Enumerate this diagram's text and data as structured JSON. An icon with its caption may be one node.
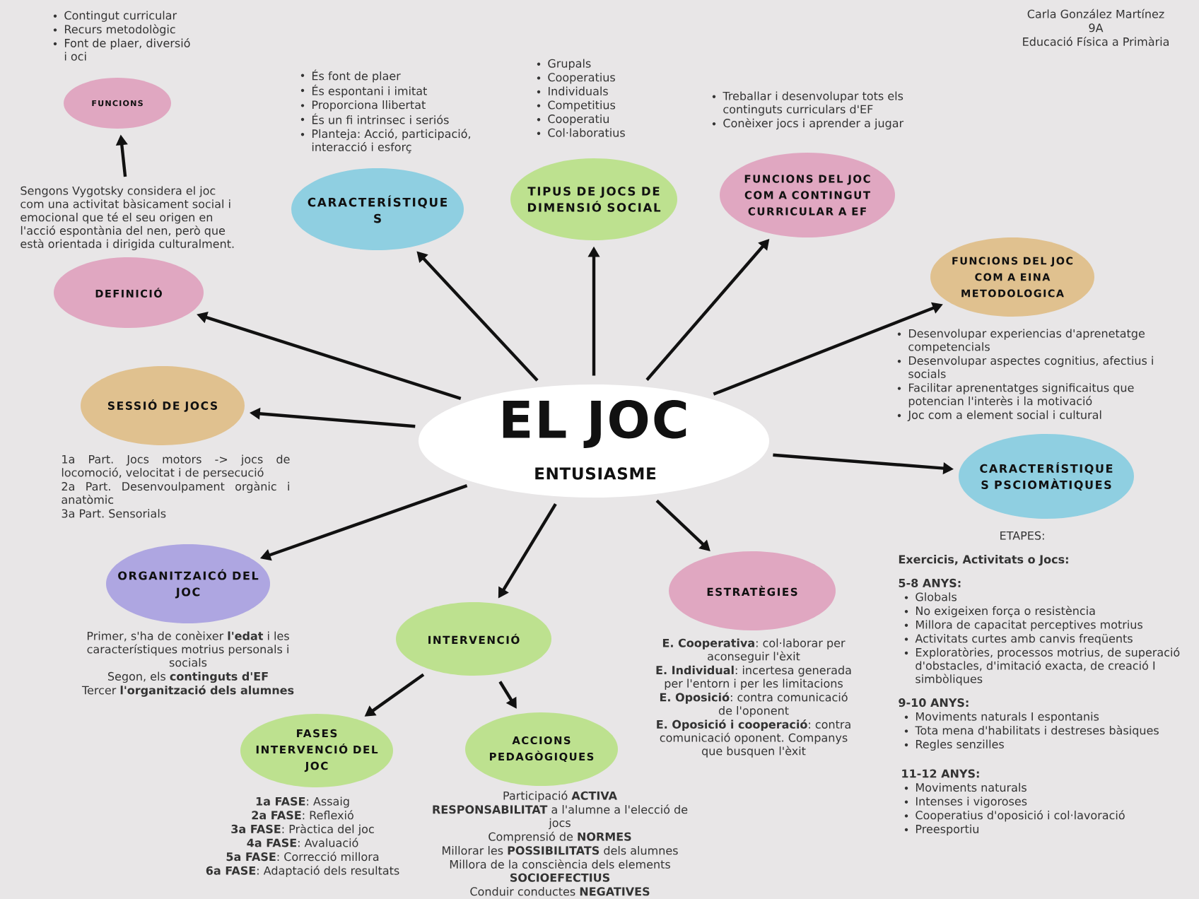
{
  "diagram": {
    "nodes": [
      {
        "text": [
          "FUNCIONS"
        ],
        "beside": [
          "Contingut curricular",
          "Recurs metodològic",
          "Font de plaer, diversió i oci"
        ]
      },
      {
        "text": [
          "Sengons Vygotsky considera el joc com una activitat bàsicament social i emocional que té el seu origen en l'acció espontània del nen, però que està orientada i dirigida culturalment."
        ]
      },
      {
        "text": [
          "DEFINICIÓ"
        ]
      },
      {
        "text": [
          "CARACTERÍSTIQUE S"
        ],
        "beside": [
          "És font de plaer",
          "És espontani i imitat",
          "Proporciona llibertat",
          "És un fi intrinsec i seriós",
          "Planteja: Acció, participació, interacció i esforç"
        ]
      },
      {
        "text": [
          "TIPUS DE JOCS DE DIMENSIÓ SOCIAL"
        ],
        "beside": [
          "Grupals",
          "Cooperatius",
          "Individuals",
          "Competitius",
          "Cooperatiu",
          "Col·laboratius"
        ]
      },
      {
        "text": [
          "FUNCIONS DEL JOC COM A CONTINGUT CURRICULAR A EF"
        ],
        "beside": [
          "Treballar i desenvolupar tots els continguts curriculars d'EF",
          "Conèixer jocs i aprender a jugar"
        ]
      },
      {
        "text": [
          "FUNCIONS DEL JOC COM A EINA METODOLOGICA"
        ],
        "beside": [
          "Desenvolupar experiencias d'aprenetatge competencials",
          "Desenvolupar aspectes cognitius, afectius i socials",
          "Facilitar aprenentatges significaitus que potencian l'interès i la motivació",
          "Joc com a element social i cultural"
        ]
      },
      {
        "text": [
          "SESSIÓ DE JOCS"
        ],
        "beside": [
          "1a Part. Jocs motors -> jocs de locomoció, velocitat i de persecució",
          "2a Part. Desenvoulpament orgànic i anatòmic",
          "3a Part. Sensorials"
        ]
      },
      {
        "text": [
          "EL JOC",
          "ENTUSIASME"
        ]
      },
      {
        "text": [
          "CARACTERÍSTIQUE S PSCIOMÀTIQUES"
        ],
        "beside": [
          "ETAPES:",
          "Exercicis, Activitats o Jocs:",
          "5-8 ANYS:",
          "Globals",
          "No exigeixen força o resistència",
          "Millora de capacitat perceptives motrius",
          "Activitats curtes amb canvis freqüents",
          "Exploratòries, processos motrius, de superació d'obstacles, d'imitació exacta, de creació I simbòliques",
          "9-10 ANYS:",
          "Moviments naturals I espontanis",
          "Tota mena d'habilitats i destreses bàsiques",
          "Regles senzilles",
          "11-12 ANYS:",
          "Moviments naturals",
          "Intenses i vigoroses",
          "Cooperatius d'oposició i col·lavoració",
          "Preesportiu"
        ]
      },
      {
        "text": [
          "ESTRATÈGIES"
        ],
        "beside": [
          "**E. Cooperativa**: col·laborar per aconseguir l'èxit",
          "**E. Individual**: incertesa generada per l'entorn i per les limitacions",
          "**E. Oposició**: contra comunicació de l'oponent",
          "**E. Oposició i cooperació**: contra comunicació oponent. Companys que busquen l'èxit"
        ]
      },
      {
        "text": [
          "ORGANITZAICÓ DEL JOC"
        ],
        "beside": [
          "Primer, s'ha de conèixer **l'edat** i les característiques motrius personals i socials",
          "Segon, els **continguts d'EF**",
          "Tercer **l'organització dels alumnes**"
        ]
      },
      {
        "text": [
          "INTERVENCIÓ"
        ]
      },
      {
        "text": [
          "FASES INTERVENCIÓ DEL JOC"
        ],
        "beside": [
          "**1a FASE**: Assaig",
          "**2a FASE**: Reflexió",
          "**3a FASE**: Pràctica del joc",
          "**4a FASE**: Avaluació",
          "**5a FASE**: Correcció millora",
          "**6a FASE**: Adaptació dels resultats"
        ]
      },
      {
        "text": [
          "ACCIONS PEDAGÒGIQUES"
        ],
        "beside": [
          "Participació **ACTIVA**",
          "**RESPONSABILITAT** a l'alumne a l'elecció de jocs",
          "Comprensió de **NORMES**",
          "Millorar les **POSSIBILITATS** dels alumnes",
          "Millora de la consciència dels elements **SOCIOEFECTIUS**",
          "Conduir conductes **NEGATIVES**"
        ]
      }
    ],
    "edges": [
      {
        "from": 1,
        "to": 0,
        "arrow": "to"
      },
      {
        "from": 8,
        "to": 2,
        "arrow": "to"
      },
      {
        "from": 8,
        "to": 3,
        "arrow": "to"
      },
      {
        "from": 8,
        "to": 4,
        "arrow": "to"
      },
      {
        "from": 8,
        "to": 5,
        "arrow": "to"
      },
      {
        "from": 8,
        "to": 6,
        "arrow": "to"
      },
      {
        "from": 8,
        "to": 7,
        "arrow": "to"
      },
      {
        "from": 8,
        "to": 9,
        "arrow": "to"
      },
      {
        "from": 8,
        "to": 10,
        "arrow": "to"
      },
      {
        "from": 8,
        "to": 11,
        "arrow": "to"
      },
      {
        "from": 8,
        "to": 12,
        "arrow": "to"
      },
      {
        "from": 12,
        "to": 13,
        "arrow": "to"
      },
      {
        "from": 12,
        "to": 14,
        "arrow": "to"
      }
    ],
    "labels": [
      "Carla González Martínez",
      "9A",
      "Educació Física a Primària"
    ]
  }
}
